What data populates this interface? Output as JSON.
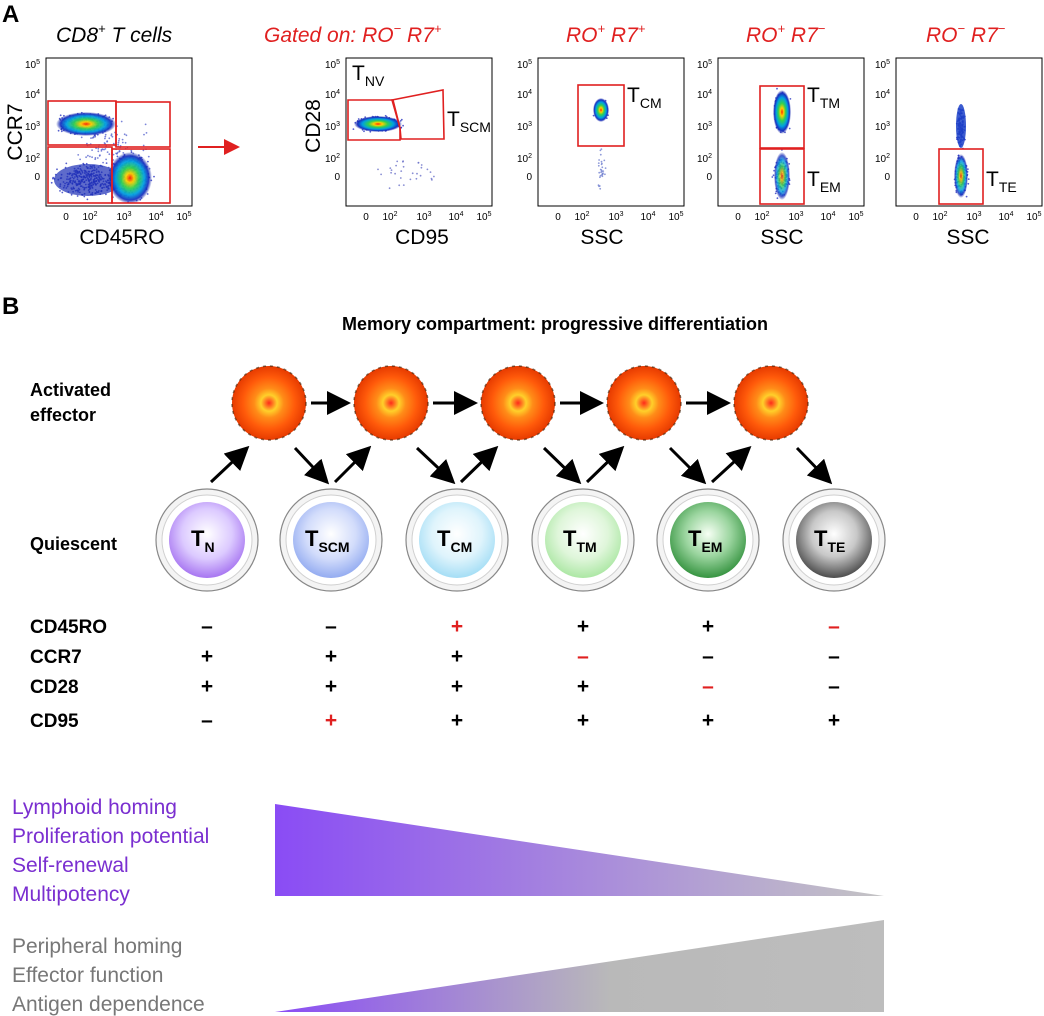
{
  "panel_a": {
    "label": "A",
    "cd8_title": "CD8",
    "cd8_sup": "+",
    "cd8_suffix": " T cells",
    "gated_prefix": "Gated on: ",
    "gate_titles": [
      {
        "a": "RO",
        "a_sup": "−",
        "b": " R7",
        "b_sup": "+"
      },
      {
        "a": "RO",
        "a_sup": "+",
        "b": " R7",
        "b_sup": "+"
      },
      {
        "a": "RO",
        "a_sup": "+",
        "b": " R7",
        "b_sup": "−"
      },
      {
        "a": "RO",
        "a_sup": "−",
        "b": " R7",
        "b_sup": "−"
      }
    ],
    "plot1": {
      "ylabel": "CCR7",
      "xlabel": "CD45RO"
    },
    "plot2": {
      "ylabel": "CD28",
      "xlabel": "CD95",
      "gates": [
        {
          "main": "T",
          "sub": "NV"
        },
        {
          "main": "T",
          "sub": "SCM"
        }
      ]
    },
    "plot3": {
      "xlabel": "SSC",
      "gates": [
        {
          "main": "T",
          "sub": "CM"
        }
      ]
    },
    "plot4": {
      "xlabel": "SSC",
      "gates": [
        {
          "main": "T",
          "sub": "TM"
        },
        {
          "main": "T",
          "sub": "EM"
        }
      ]
    },
    "plot5": {
      "xlabel": "SSC",
      "gates": [
        {
          "main": "T",
          "sub": "TE"
        }
      ]
    },
    "tick_labels": {
      "y": [
        "10",
        "10",
        "10",
        "10",
        "0"
      ],
      "y_exp": [
        "5",
        "4",
        "3",
        "2",
        ""
      ],
      "x": [
        "0",
        "10",
        "10",
        "10",
        "10"
      ],
      "x_exp": [
        "",
        "2",
        "3",
        "4",
        "5"
      ]
    }
  },
  "panel_b": {
    "label": "B",
    "title": "Memory compartment: progressive differentiation",
    "activated_label_1": "Activated",
    "activated_label_2": "effector",
    "quiescent_label": "Quiescent",
    "cells": [
      {
        "main": "T",
        "sub": "N",
        "color": "#a36ff0"
      },
      {
        "main": "T",
        "sub": "SCM",
        "color": "#8fa8f0"
      },
      {
        "main": "T",
        "sub": "CM",
        "color": "#a0dcf5"
      },
      {
        "main": "T",
        "sub": "TM",
        "color": "#a8e6a0"
      },
      {
        "main": "T",
        "sub": "EM",
        "color": "#3fa84a"
      },
      {
        "main": "T",
        "sub": "TE",
        "color": "#555555"
      }
    ],
    "markers": [
      {
        "name": "CD45RO",
        "values": [
          "–",
          "–",
          "+",
          "+",
          "+",
          "–"
        ],
        "red": [
          false,
          false,
          true,
          false,
          false,
          true
        ]
      },
      {
        "name": "CCR7",
        "values": [
          "+",
          "+",
          "+",
          "–",
          "–",
          "–"
        ],
        "red": [
          false,
          false,
          false,
          true,
          false,
          false
        ]
      },
      {
        "name": "CD28",
        "values": [
          "+",
          "+",
          "+",
          "+",
          "–",
          "–"
        ],
        "red": [
          false,
          false,
          false,
          false,
          true,
          false
        ]
      },
      {
        "name": "CD95",
        "values": [
          "–",
          "+",
          "+",
          "+",
          "+",
          "+"
        ],
        "red": [
          false,
          true,
          false,
          false,
          false,
          false
        ]
      }
    ],
    "decreasing_traits": [
      "Lymphoid homing",
      "Proliferation potential",
      "Self-renewal",
      "Multipotency"
    ],
    "increasing_traits": [
      "Peripheral homing",
      "Effector function",
      "Antigen dependence"
    ]
  },
  "colors": {
    "red": "#e02020",
    "purple": "#7a2fd0",
    "gray_text": "#777777",
    "gradient_purple": "#8a4cf5",
    "gradient_gray": "#bdbdbd"
  }
}
